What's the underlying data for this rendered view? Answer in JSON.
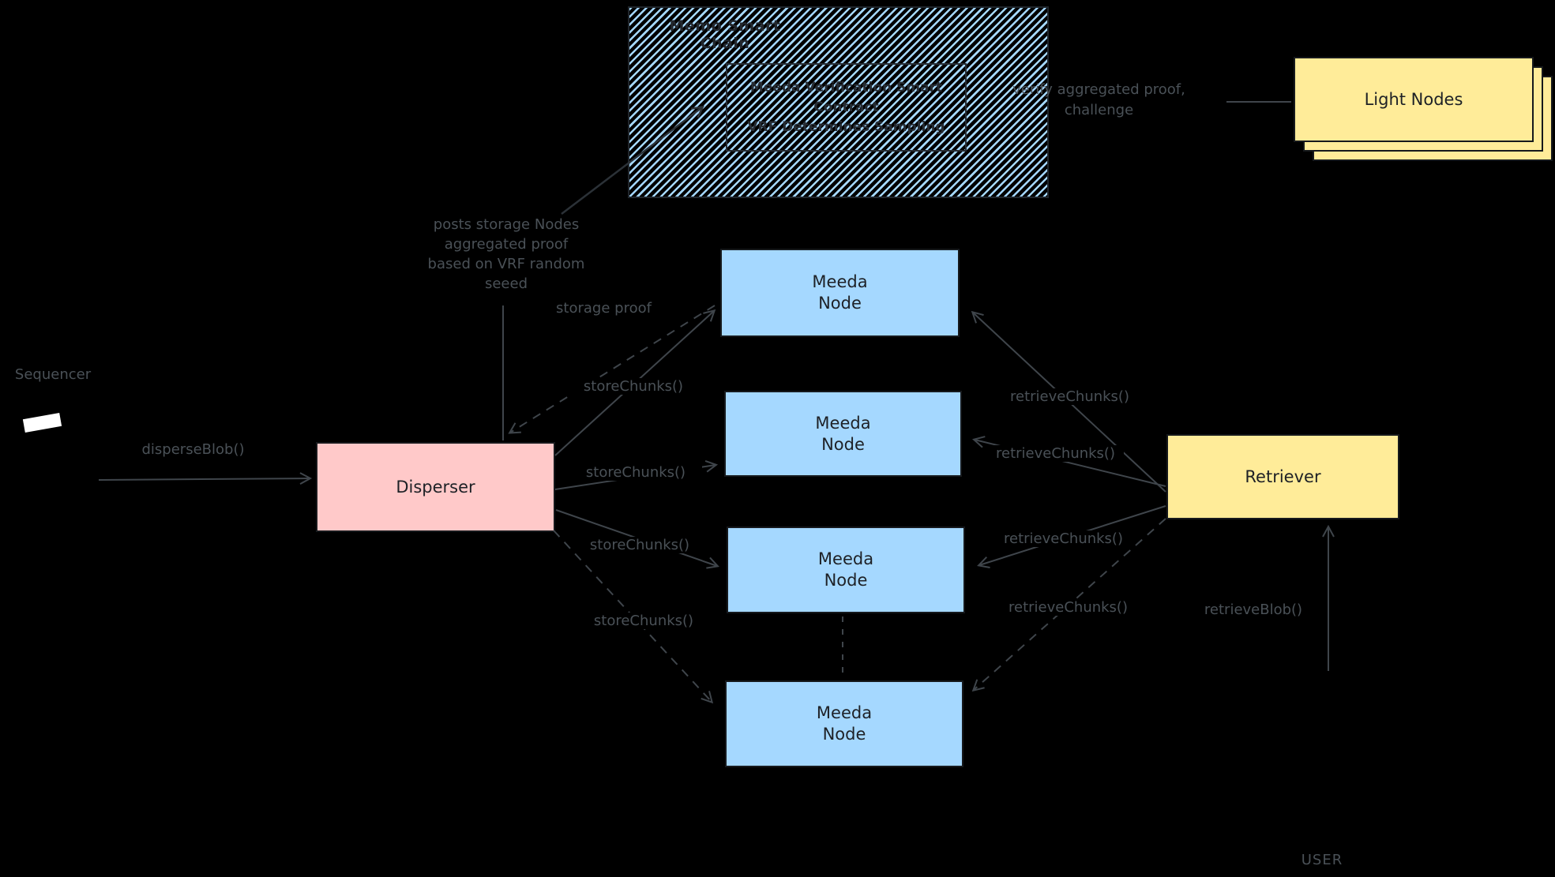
{
  "colors": {
    "background": "#000000",
    "node_blue": "#a5d8ff",
    "disperser_pink": "#ffc9c9",
    "yellow": "#ffec99",
    "label_gray": "#4a5157",
    "ink": "#1e2126"
  },
  "chain": {
    "title": "Memo Smart Chain",
    "contract_lines": [
      "Meeda Verification Smart",
      "Contract",
      "VRF Determines Sampling"
    ]
  },
  "light_nodes": {
    "label": "Light Nodes"
  },
  "disperser": {
    "label": "Disperser"
  },
  "retriever": {
    "label": "Retriever"
  },
  "meeda_node": {
    "line1": "Meeda",
    "line2": "Node"
  },
  "labels": {
    "sequencer": "Sequencer",
    "disperse_blob": "disperseBlob()",
    "store_chunks": "storeChunks()",
    "retrieve_chunks": "retrieveChunks()",
    "storage_proof": "storage proof",
    "retrieve_blob": "retrieveBlob()",
    "user": "USER",
    "posts_proof_lines": [
      "posts storage Nodes",
      "aggregated proof",
      "based on VRF random",
      "seeed"
    ],
    "verify_lines": [
      "verify aggregated proof,",
      "challenge"
    ]
  }
}
